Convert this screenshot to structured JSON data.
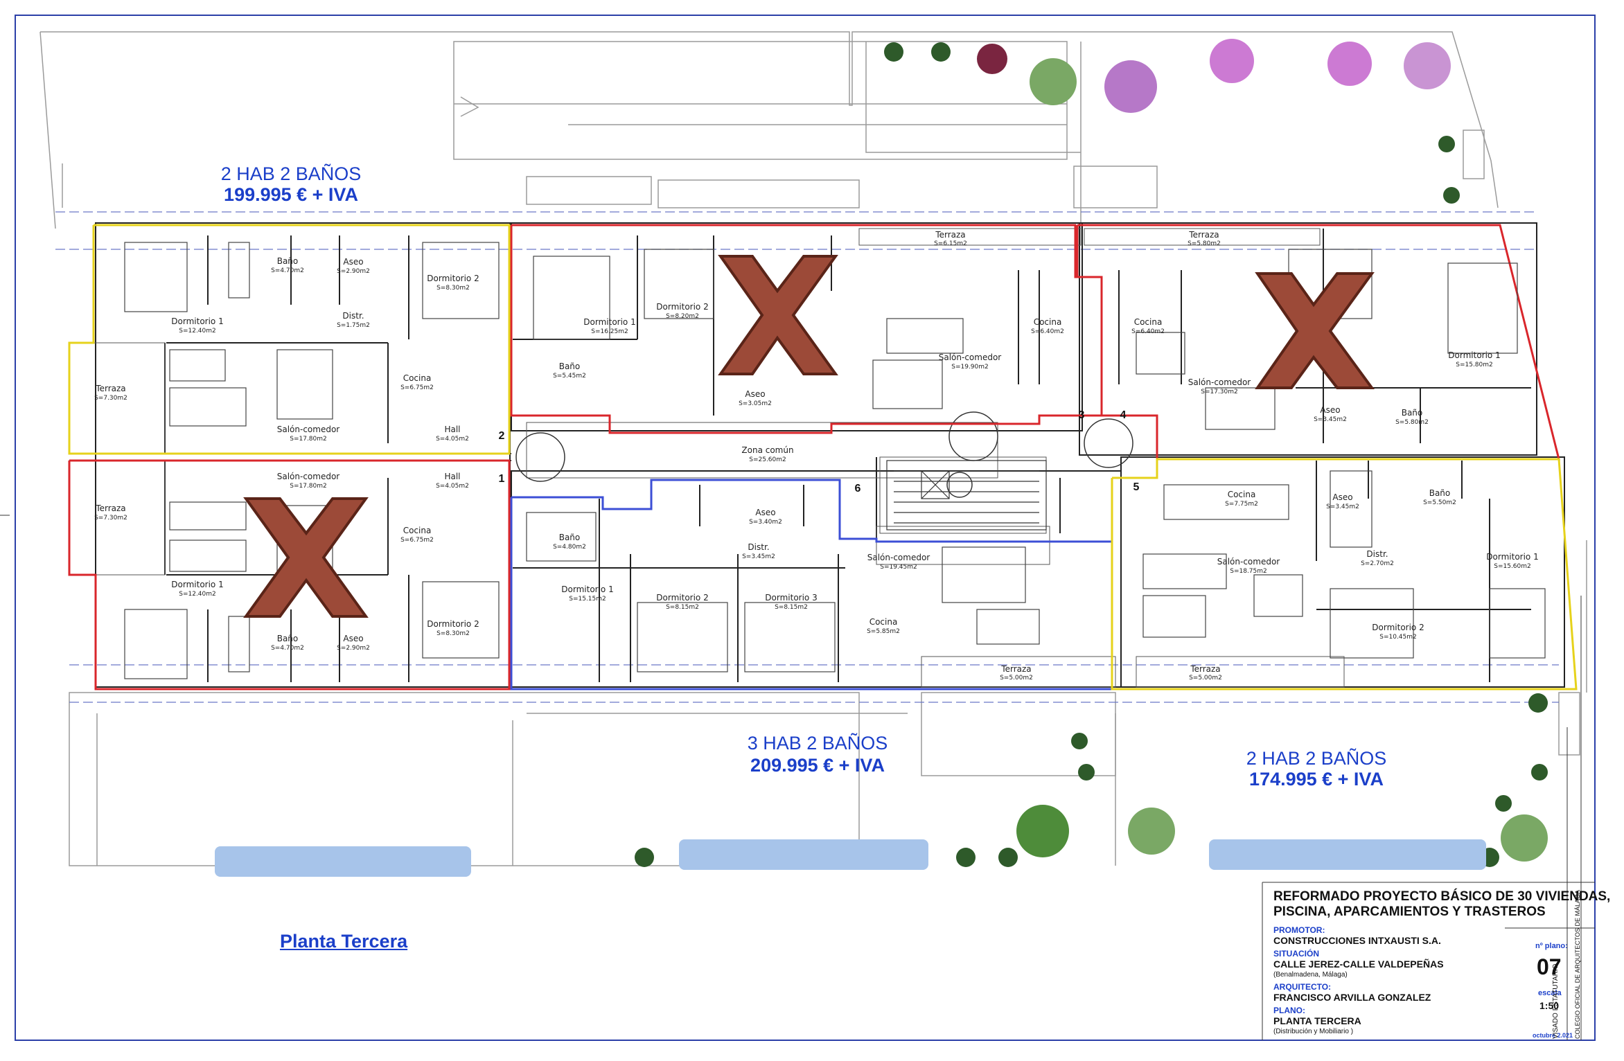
{
  "plan": {
    "title": "Planta Tercera",
    "apartments": [
      {
        "id": "top-left",
        "type": "2 HAB 2 BAÑOS",
        "price": "199.995 € + IVA"
      },
      {
        "id": "bottom-middle",
        "type": "3 HAB 2 BAÑOS",
        "price": "209.995 € + IVA"
      },
      {
        "id": "bottom-right",
        "type": "2 HAB 2 BAÑOS",
        "price": "174.995 € + IVA"
      }
    ],
    "door_numbers": [
      "1",
      "2",
      "3",
      "4",
      "5",
      "6"
    ],
    "rooms": {
      "a1_bano": [
        "Baño",
        "S=4.70m2"
      ],
      "a1_aseo": [
        "Aseo",
        "S=2.90m2"
      ],
      "a1_dorm2": [
        "Dormitorio 2",
        "S=8.30m2"
      ],
      "a1_distr": [
        "Distr.",
        "S=1.75m2"
      ],
      "a1_dorm1": [
        "Dormitorio 1",
        "S=12.40m2"
      ],
      "a1_cocina": [
        "Cocina",
        "S=6.75m2"
      ],
      "a1_terraza": [
        "Terraza",
        "S=7.30m2"
      ],
      "a1_salon": [
        "Salón-comedor",
        "S=17.80m2"
      ],
      "a1_hall": [
        "Hall",
        "S=4.05m2"
      ],
      "a2_salon": [
        "Salón-comedor",
        "S=17.80m2"
      ],
      "a2_hall": [
        "Hall",
        "S=4.05m2"
      ],
      "a2_terraza": [
        "Terraza",
        "S=7.30m2"
      ],
      "a2_cocina": [
        "Cocina",
        "S=6.75m2"
      ],
      "a2_dorm1": [
        "Dormitorio 1",
        "S=12.40m2"
      ],
      "a2_bano": [
        "Baño",
        "S=4.70m2"
      ],
      "a2_aseo": [
        "Aseo",
        "S=2.90m2"
      ],
      "a2_dorm2": [
        "Dormitorio 2",
        "S=8.30m2"
      ],
      "a3_dorm1": [
        "Dormitorio 1",
        "S=16.25m2"
      ],
      "a3_dorm2": [
        "Dormitorio 2",
        "S=8.20m2"
      ],
      "a3_bano": [
        "Baño",
        "S=5.45m2"
      ],
      "a3_aseo": [
        "Aseo",
        "S=3.05m2"
      ],
      "a3_terraza": [
        "Terraza",
        "S=6.15m2"
      ],
      "a3_salon": [
        "Salón-comedor",
        "S=19.90m2"
      ],
      "a3_cocina": [
        "Cocina",
        "S=6.40m2"
      ],
      "a4_terraza": [
        "Terraza",
        "S=5.80m2"
      ],
      "a4_cocina": [
        "Cocina",
        "S=6.40m2"
      ],
      "a4_salon": [
        "Salón-comedor",
        "S=17.30m2"
      ],
      "a4_aseo": [
        "Aseo",
        "S=3.45m2"
      ],
      "a4_bano": [
        "Baño",
        "S=5.80m2"
      ],
      "a4_dorm1": [
        "Dormitorio 1",
        "S=15.80m2"
      ],
      "zona": [
        "Zona común",
        "S=25.60m2"
      ],
      "a5_bano": [
        "Baño",
        "S=4.80m2"
      ],
      "a5_aseo": [
        "Aseo",
        "S=3.40m2"
      ],
      "a5_distr": [
        "Distr.",
        "S=3.45m2"
      ],
      "a5_dorm1": [
        "Dormitorio 1",
        "S=15.15m2"
      ],
      "a5_dorm2": [
        "Dormitorio 2",
        "S=8.15m2"
      ],
      "a5_dorm3": [
        "Dormitorio 3",
        "S=8.15m2"
      ],
      "a5_salon": [
        "Salón-comedor",
        "S=19.45m2"
      ],
      "a5_cocina": [
        "Cocina",
        "S=5.85m2"
      ],
      "a5_terraza": [
        "Terraza",
        "S=5.00m2"
      ],
      "a6_cocina": [
        "Cocina",
        "S=7.75m2"
      ],
      "a6_aseo": [
        "Aseo",
        "S=3.45m2"
      ],
      "a6_bano": [
        "Baño",
        "S=5.50m2"
      ],
      "a6_salon": [
        "Salón-comedor",
        "S=18.75m2"
      ],
      "a6_distr": [
        "Distr.",
        "S=2.70m2"
      ],
      "a6_dorm1": [
        "Dormitorio 1",
        "S=15.60m2"
      ],
      "a6_dorm2": [
        "Dormitorio 2",
        "S=10.45m2"
      ],
      "a6_terraza": [
        "Terraza",
        "S=5.00m2"
      ]
    }
  },
  "title_block": {
    "project": "REFORMADO PROYECTO BÁSICO DE 30 VIVIENDAS,",
    "project2": "PISCINA, APARCAMIENTOS Y TRASTEROS",
    "promotor_label": "PROMOTOR:",
    "promotor": "CONSTRUCCIONES INTXAUSTI S.A.",
    "situacion_label": "SITUACIÓN",
    "situacion": "CALLE JEREZ-CALLE VALDEPEÑAS",
    "situacion_sub": "(Benalmadena, Málaga)",
    "arquitecto_label": "ARQUITECTO:",
    "arquitecto": "FRANCISCO ARVILLA GONZALEZ",
    "plano_label": "PLANO:",
    "plano": "PLANTA TERCERA",
    "plano_sub": "(Distribución y Mobiliario )",
    "num_plano_label": "nº plano:",
    "num_plano": "07",
    "escala_label": "escala",
    "escala": "1:50",
    "fecha": "octubre 2.021",
    "visado": "VISADO ESTATUTARIO",
    "colegio": "COLEGIO OFICIAL DE ARQUITECTOS DE MÁLAGA"
  },
  "colors": {
    "price_blue": "#1b3fc9",
    "red_outline": "#d9262b",
    "yellow_outline": "#e6d21b",
    "blue_outline": "#3c4fd6",
    "cross": "#9c4a38"
  }
}
